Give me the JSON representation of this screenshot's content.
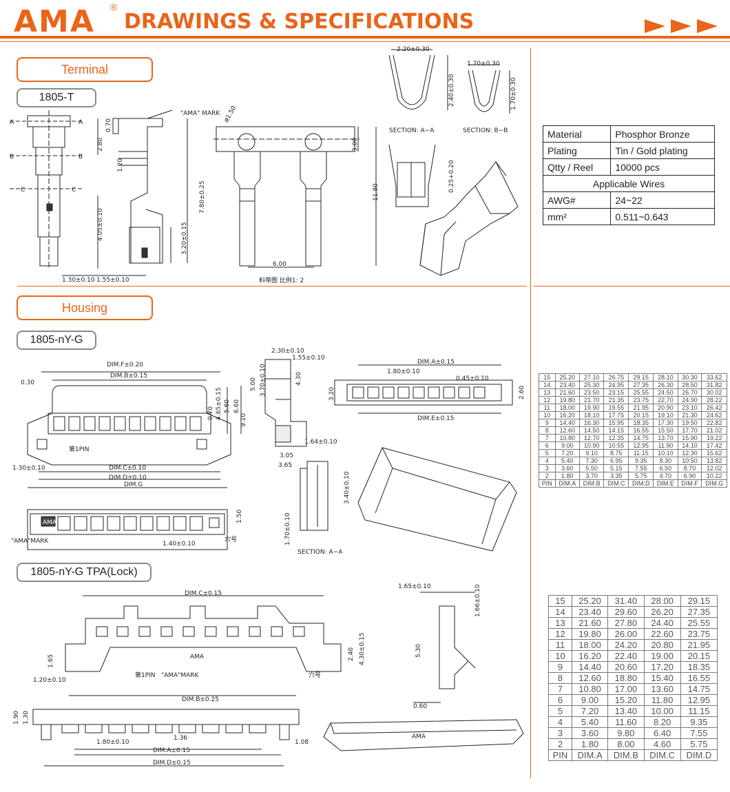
{
  "header": {
    "brand": "AMA",
    "registered": "®",
    "title": "DRAWINGS & SPECIFICATIONS"
  },
  "colors": {
    "accent": "#e8651a"
  },
  "sections": {
    "terminal": {
      "label": "Terminal",
      "part": "1805-T"
    },
    "housing": {
      "label": "Housing",
      "part": "1805-nY-G"
    },
    "tpa": {
      "part": "1805-nY-G TPA(Lock)"
    }
  },
  "drawing_text": {
    "mark": "\"AMA\" MARK",
    "section_aa": "SECTION: A−A",
    "section_bb": "SECTION: B−B",
    "scale_note": "料带图 比例1: 2",
    "first_pin": "第1PIN",
    "ama_mark": "\"AMA\"MARK",
    "hole_no": "穴号",
    "ama_logo": "AMA",
    "d_220": "2.20±0.30",
    "d_170a": "1.70±0.30",
    "d_240": "2.40±0.30",
    "d_170b": "1.70±0.30",
    "d_025": "0.25+0.20",
    "d_070": "0.70",
    "d_280": "2.80",
    "d_120": "1.20",
    "d_405": "4.05±0.10",
    "d_780": "7.80±0.25",
    "d_320": "3.20±0.15",
    "d_130": "1.30±0.10",
    "d_155": "1.55±0.10",
    "d_150": "ø1.50",
    "d_300": "3.00",
    "d_1180": "11.80",
    "d_600": "6.00",
    "dim_f": "DIM.F±0.20",
    "dim_b": "DIM.B±0.15",
    "d_030": "0.30",
    "d_465": "4.65±0.15",
    "d_560": "5.60",
    "d_660": "6.60",
    "d_910": "9.10",
    "d_130h": "1.30±0.10",
    "dim_c": "DIM.C±0.10",
    "dim_d": "DIM.D±0.10",
    "dim_g": "DIM.G",
    "d_140": "1.40±0.10",
    "d_150h": "1.50",
    "d_230": "2.30±0.10",
    "d_155h": "1.55±0.10",
    "d_500": "5.00",
    "d_370": "3.70±0.10",
    "d_430": "4.30",
    "d_164": "1.64±0.10",
    "d_305": "3.05",
    "d_365": "3.65",
    "d_340": "3.40±0.10",
    "d_170c": "1.70±0.10",
    "dim_a": "DIM.A±0.15",
    "d_180": "1.80±0.10",
    "d_045": "0.45±0.10",
    "d_320h": "3.20",
    "d_260": "2.60",
    "dim_e": "DIM.E±0.15",
    "tpa_dim_c": "DIM.C±0.15",
    "tpa_d165": "1.65",
    "tpa_d240": "2.40",
    "tpa_d430": "4.30±0.15",
    "tpa_d120": "1.20±0.10",
    "tpa_dim_b": "DIM.B±0.25",
    "tpa_d190": "1.90",
    "tpa_d130": "1.30",
    "tpa_d136": "1.36",
    "tpa_d180": "1.80±0.10",
    "tpa_dim_a": "DIM.A±0.15",
    "tpa_dim_d": "DIM.D±0.15",
    "tpa_d108": "1.08",
    "tpa_d165b": "1.65±0.10",
    "tpa_d166": "1.66±0.10",
    "tpa_d530": "5.30",
    "tpa_d060": "0.60"
  },
  "spec": {
    "material_label": "Material",
    "material": "Phosphor Bronze",
    "plating_label": "Plating",
    "plating": "Tin / Gold plating",
    "qty_label": "Qtty / Reel",
    "qty": "10000 pcs",
    "wires_header": "Applicable Wires",
    "awg_label": "AWG#",
    "awg": "24~22",
    "mm_label": "mm²",
    "mm": "0.511~0.643"
  },
  "housing_table": {
    "headers": [
      "PIN",
      "DIM.A",
      "DIM.B",
      "DIM.C",
      "DIM.D",
      "DIM.E",
      "DIM.F",
      "DIM.G"
    ],
    "rows": [
      [
        "15",
        "25.20",
        "27.10",
        "26.75",
        "29.15",
        "28.10",
        "30.30",
        "33.62"
      ],
      [
        "14",
        "23.40",
        "25.30",
        "24.95",
        "27.35",
        "26.30",
        "28.50",
        "31.82"
      ],
      [
        "13",
        "21.60",
        "23.50",
        "23.15",
        "25.55",
        "24.50",
        "26.70",
        "30.02"
      ],
      [
        "12",
        "19.80",
        "21.70",
        "21.35",
        "23.75",
        "22.70",
        "24.90",
        "28.22"
      ],
      [
        "11",
        "18.00",
        "19.90",
        "19.55",
        "21.95",
        "20.90",
        "23.10",
        "26.42"
      ],
      [
        "10",
        "16.20",
        "18.10",
        "17.75",
        "20.15",
        "19.10",
        "21.30",
        "24.62"
      ],
      [
        "9",
        "14.40",
        "16.30",
        "15.95",
        "18.35",
        "17.30",
        "19.50",
        "22.82"
      ],
      [
        "8",
        "12.60",
        "14.50",
        "14.15",
        "16.55",
        "15.50",
        "17.70",
        "21.02"
      ],
      [
        "7",
        "10.80",
        "12.70",
        "12.35",
        "14.75",
        "13.70",
        "15.90",
        "19.22"
      ],
      [
        "6",
        "9.00",
        "10.90",
        "10.55",
        "12.95",
        "11.90",
        "14.10",
        "17.42"
      ],
      [
        "5",
        "7.20",
        "9.10",
        "8.75",
        "11.15",
        "10.10",
        "12.30",
        "15.62"
      ],
      [
        "4",
        "5.40",
        "7.30",
        "6.95",
        "9.35",
        "8.30",
        "10.50",
        "13.82"
      ],
      [
        "3",
        "3.60",
        "5.50",
        "5.15",
        "7.55",
        "6.50",
        "8.70",
        "12.02"
      ],
      [
        "2",
        "1.80",
        "3.70",
        "3.35",
        "5.75",
        "4.70",
        "6.90",
        "10.22"
      ]
    ]
  },
  "tpa_table": {
    "headers": [
      "PIN",
      "DIM.A",
      "DIM.B",
      "DIM.C",
      "DIM.D"
    ],
    "rows": [
      [
        "15",
        "25.20",
        "31.40",
        "28.00",
        "29.15"
      ],
      [
        "14",
        "23.40",
        "29.60",
        "26.20",
        "27.35"
      ],
      [
        "13",
        "21.60",
        "27.80",
        "24.40",
        "25.55"
      ],
      [
        "12",
        "19.80",
        "26.00",
        "22.60",
        "23.75"
      ],
      [
        "11",
        "18.00",
        "24.20",
        "20.80",
        "21.95"
      ],
      [
        "10",
        "16.20",
        "22.40",
        "19.00",
        "20.15"
      ],
      [
        "9",
        "14.40",
        "20.60",
        "17.20",
        "18.35"
      ],
      [
        "8",
        "12.60",
        "18.80",
        "15.40",
        "16.55"
      ],
      [
        "7",
        "10.80",
        "17.00",
        "13.60",
        "14.75"
      ],
      [
        "6",
        "9.00",
        "15.20",
        "11.80",
        "12.95"
      ],
      [
        "5",
        "7.20",
        "13.40",
        "10.00",
        "11.15"
      ],
      [
        "4",
        "5.40",
        "11.60",
        "8.20",
        "9.35"
      ],
      [
        "3",
        "3.60",
        "9.80",
        "6.40",
        "7.55"
      ],
      [
        "2",
        "1.80",
        "8.00",
        "4.60",
        "5.75"
      ]
    ]
  }
}
